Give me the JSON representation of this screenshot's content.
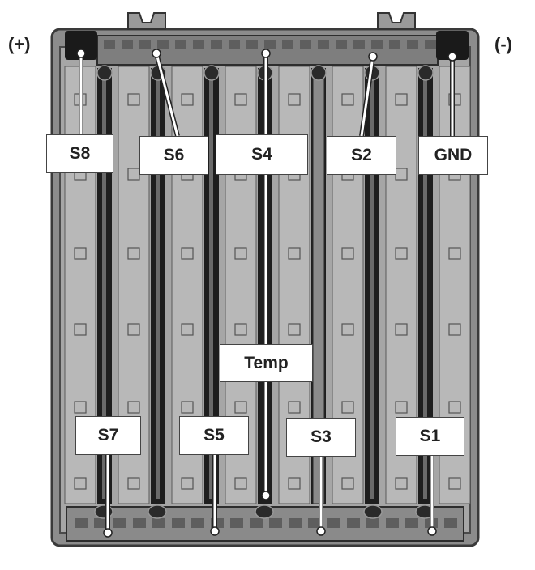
{
  "terminals": {
    "positive": "(+)",
    "negative": "(-)"
  },
  "labels": {
    "s8": "S8",
    "s6": "S6",
    "s4": "S4",
    "s2": "S2",
    "gnd": "GND",
    "temp": "Temp",
    "s7": "S7",
    "s5": "S5",
    "s3": "S3",
    "s1": "S1"
  },
  "colors": {
    "frame": "#9a9a9a",
    "cell": "#b8b8b8",
    "bus": "#1e1e1e",
    "wire": "#ffffff"
  }
}
